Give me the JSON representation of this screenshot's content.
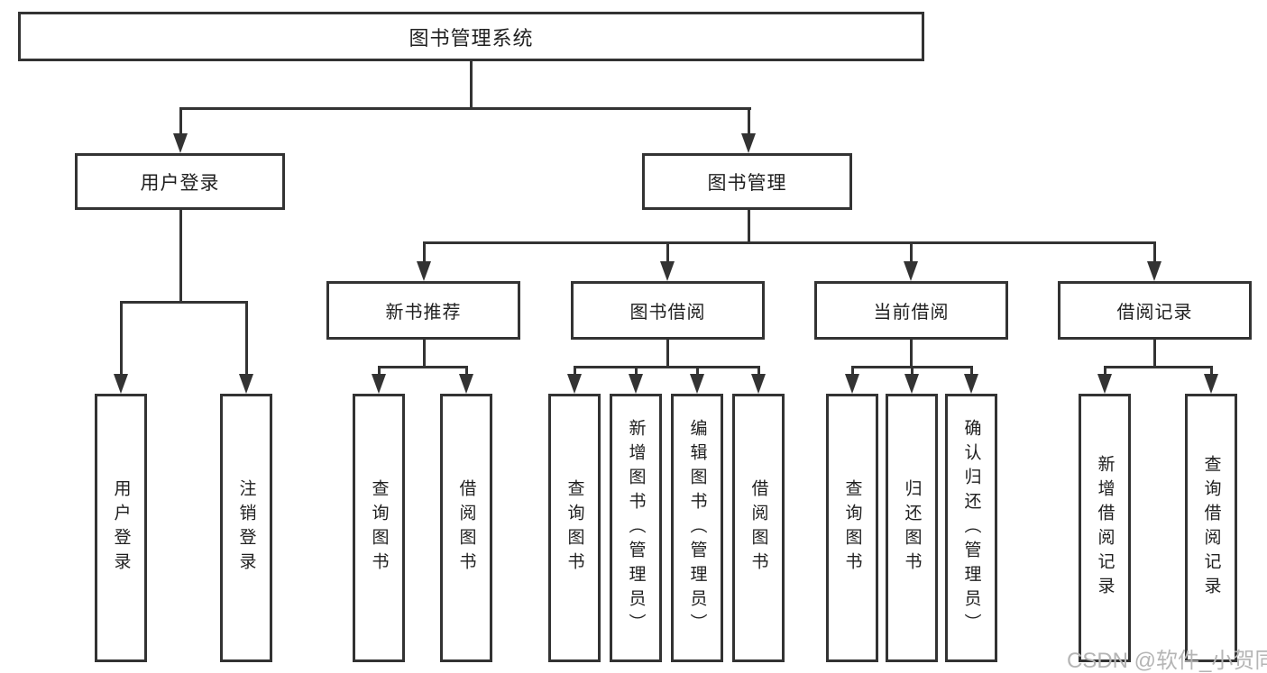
{
  "root": {
    "label": "图书管理系统"
  },
  "branches": [
    {
      "label": "用户登录"
    },
    {
      "label": "图书管理"
    }
  ],
  "sections": [
    {
      "label": "新书推荐"
    },
    {
      "label": "图书借阅"
    },
    {
      "label": "当前借阅"
    },
    {
      "label": "借阅记录"
    }
  ],
  "leaves": [
    {
      "label": "用户登录"
    },
    {
      "label": "注销登录"
    },
    {
      "label": "查询图书"
    },
    {
      "label": "借阅图书"
    },
    {
      "label": "查询图书"
    },
    {
      "label": "新增图书（管理员）"
    },
    {
      "label": "编辑图书（管理员）"
    },
    {
      "label": "借阅图书"
    },
    {
      "label": "查询图书"
    },
    {
      "label": "归还图书"
    },
    {
      "label": "确认归还（管理员）"
    },
    {
      "label": "新增借阅记录"
    },
    {
      "label": "查询借阅记录"
    }
  ],
  "watermark": "CSDN @软件_小贺同学",
  "colors": {
    "line": "#333333",
    "text": "#1f1f1f",
    "watermark": "#b5b5b5",
    "background": "#ffffff"
  }
}
